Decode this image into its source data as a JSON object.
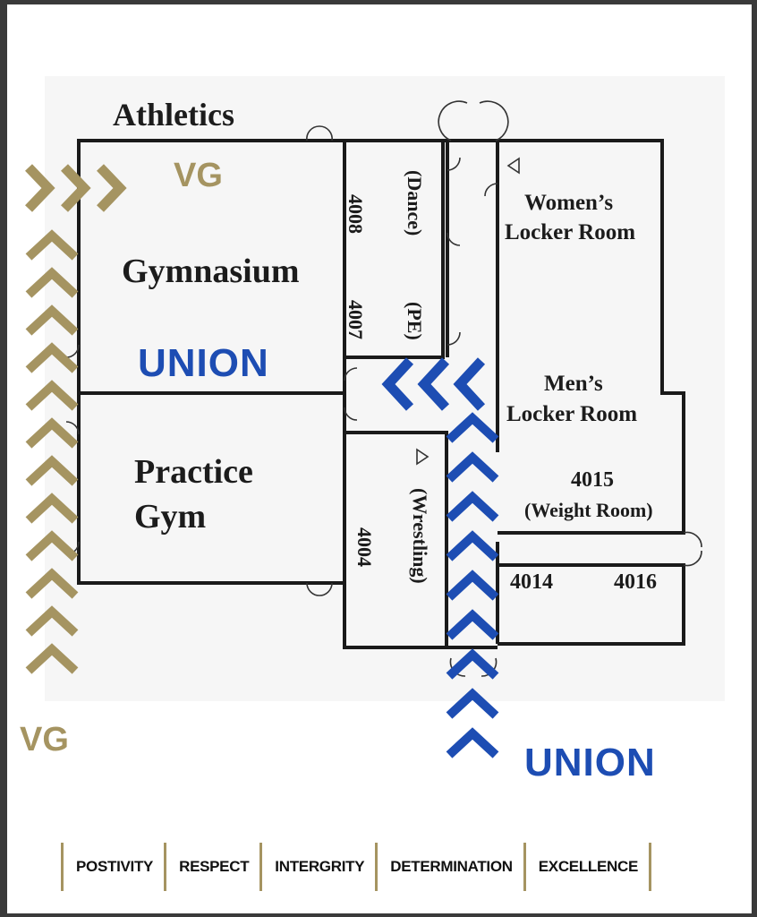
{
  "map": {
    "title": "Athletics",
    "rooms": {
      "gymnasium": "Gymnasium",
      "practice_gym_line1": "Practice",
      "practice_gym_line2": "Gym",
      "room_4008": "4008",
      "room_4008_sub": "(Dance)",
      "room_4007": "4007",
      "room_4007_sub": "(PE)",
      "room_4004": "4004",
      "room_4004_sub": "(Wrestling)",
      "womens_locker_line1": "Women’s",
      "womens_locker_line2": "Locker Room",
      "mens_locker_line1": "Men’s",
      "mens_locker_line2": "Locker Room",
      "room_4015": "4015",
      "room_4015_sub": "(Weight Room)",
      "room_4014": "4014",
      "room_4016": "4016"
    },
    "routes": {
      "vg_top": "VG",
      "vg_bottom": "VG",
      "union_mid": "UNION",
      "union_bottom": "UNION"
    },
    "colors": {
      "vg_gold": "#a59461",
      "union_blue": "#1d4db3",
      "walls": "#1a1a1a"
    },
    "icons": [
      "chevron-right-icon",
      "chevron-up-icon",
      "chevron-left-icon",
      "door-swing-icon"
    ]
  },
  "values": [
    "POSTIVITY",
    "RESPECT",
    "INTERGRITY",
    "DETERMINATION",
    "EXCELLENCE"
  ]
}
